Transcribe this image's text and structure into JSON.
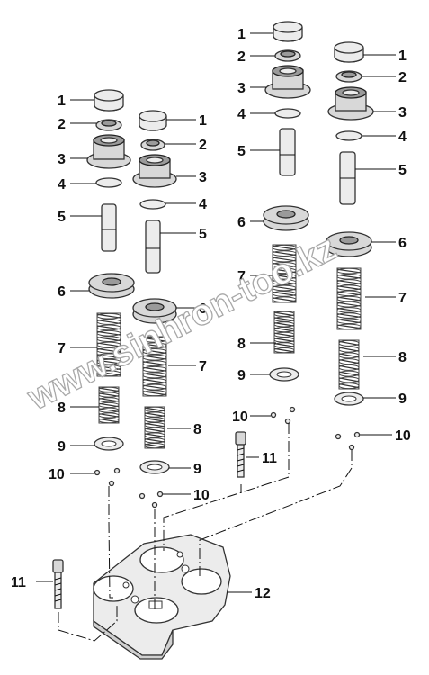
{
  "diagram": {
    "watermark": "www.sinhron-too.kz",
    "callouts": {
      "n1": "1",
      "n2": "2",
      "n3": "3",
      "n4": "4",
      "n5": "5",
      "n6": "6",
      "n7": "7",
      "n8": "8",
      "n9": "9",
      "n10": "10",
      "n11": "11",
      "n12": "12"
    }
  }
}
